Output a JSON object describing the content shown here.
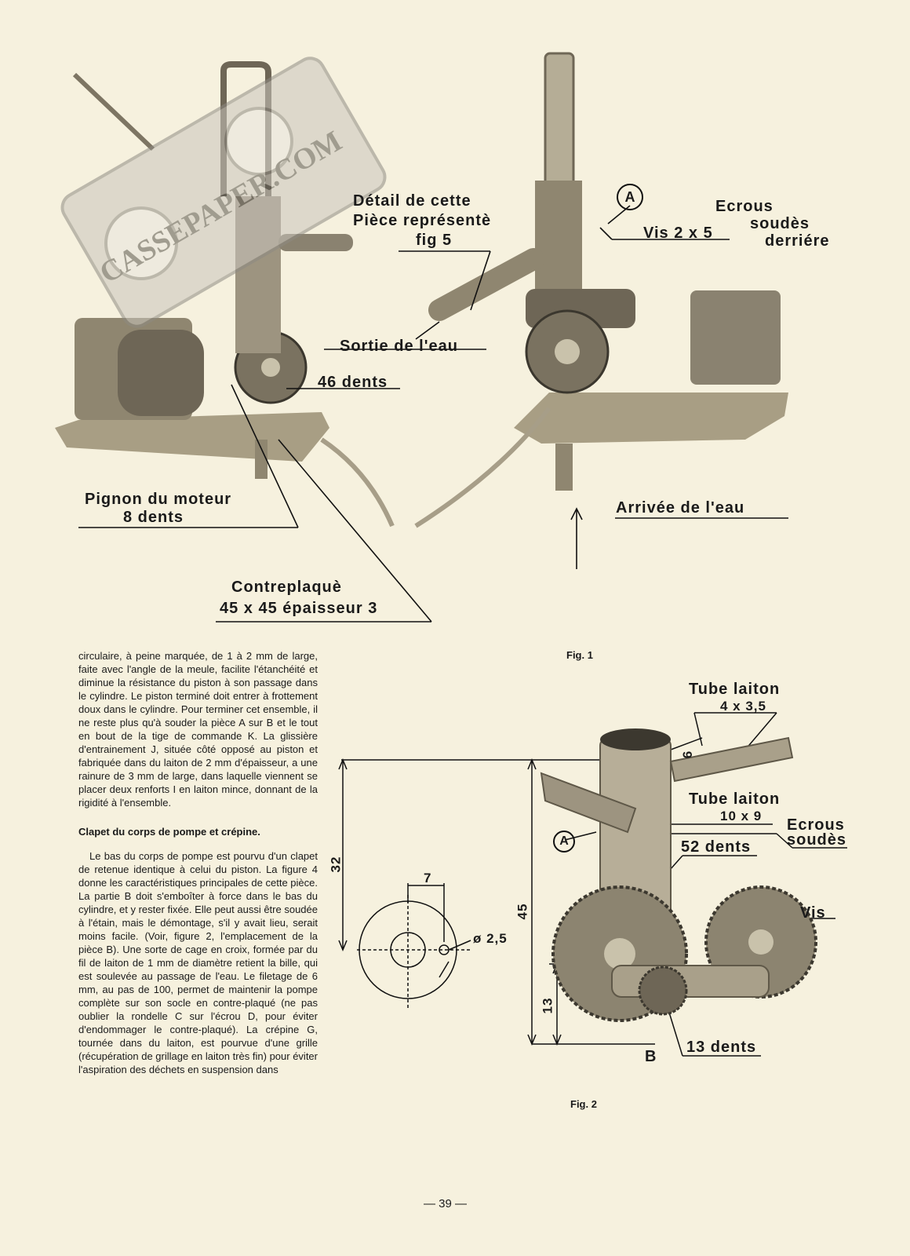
{
  "fig1": {
    "caption": "Fig. 1",
    "labels": {
      "detail_line1": "Détail de cette",
      "detail_line2": "Pièce représentè",
      "detail_line3": "fig  5",
      "circle_a": "A",
      "ecrous_line1": "Ecrous",
      "ecrous_line2": "soudès",
      "ecrous_line3": "derriére",
      "vis": "Vis 2 x 5",
      "sortie": "Sortie de l'eau",
      "dents46": "46 dents",
      "pignon_line1": "Pignon du moteur",
      "pignon_line2": "8  dents",
      "arrivee": "Arrivée de l'eau",
      "contre_line1": "Contreplaquè",
      "contre_line2": "45 x 45  épaisseur 3"
    }
  },
  "fig2": {
    "caption": "Fig. 2",
    "labels": {
      "tube1_line1": "Tube  laiton",
      "tube1_line2": "4 x 3,5",
      "dim6": "6",
      "tube2_line1": "Tube  laiton",
      "tube2_line2": "10 x 9",
      "ecrous_line1": "Ecrous",
      "ecrous_line2": "soudès",
      "circle_a": "A",
      "dents52": "52 dents",
      "dim32": "32",
      "dim45": "45",
      "dim7": "7",
      "diam": "ø 2,5",
      "vis": "Vis",
      "dim13": "13",
      "b": "B",
      "dents13": "13 dents"
    }
  },
  "text": {
    "para1": "circulaire, à peine marquée, de 1 à 2 mm de large, faite avec l'angle de la meule, facilite l'étanchéité et diminue la résistance du piston à son passage dans le cylindre. Le piston terminé doit entrer à frottement doux dans le cylindre. Pour terminer cet ensemble, il ne reste plus qu'à souder la pièce A sur B et le tout en bout de la tige de commande K. La glissière d'entrainement J, située côté opposé au piston et fabriquée dans du laiton de 2 mm d'épaisseur, a une rainure de 3 mm de large, dans laquelle viennent se placer deux renforts I en laiton mince, donnant de la rigidité à l'ensemble.",
    "heading": "Clapet du corps de pompe et crépine.",
    "para2": "Le bas du corps de pompe est pourvu d'un clapet de retenue identique à celui du piston. La figure 4 donne les caractéristiques principales de cette pièce. La partie B doit s'emboîter à force dans le bas du cylindre, et y rester fixée. Elle peut aussi être soudée à l'étain, mais le démontage, s'il y avait lieu, serait moins facile. (Voir, figure 2, l'emplacement de la pièce B). Une sorte de cage en croix, formée par du fil de laiton de 1 mm de diamètre retient la bille, qui est soulevée au passage de l'eau. Le filetage de 6 mm, au pas de 100, permet de maintenir la pompe complète sur son socle en contre-plaqué (ne pas oublier la rondelle C sur l'écrou D, pour éviter d'endommager le contre-plaqué). La crépine G, tournée dans du laiton, est pourvue d'une grille (récupération de grillage en laiton très fin) pour éviter l'aspiration des déchets en suspension dans"
  },
  "watermark": "CASSEPAPER.COM",
  "page_number": "— 39 —"
}
